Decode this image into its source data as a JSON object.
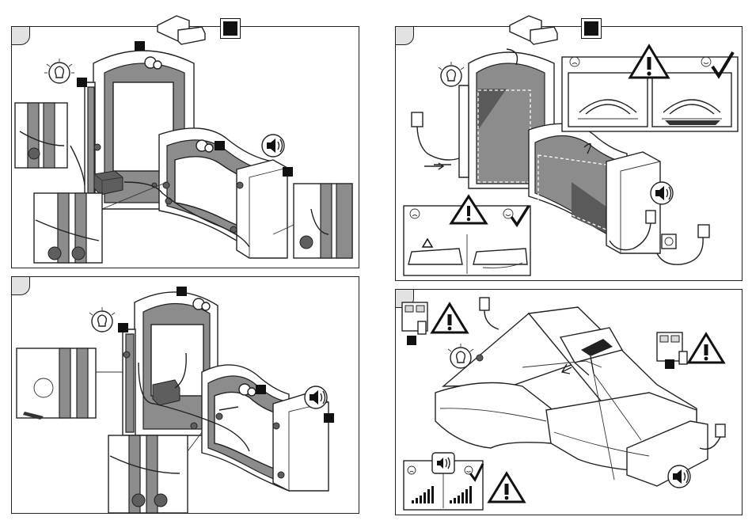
{
  "page": {
    "panels": [
      {
        "id": "panel-1",
        "label": "",
        "step_marker": ""
      },
      {
        "id": "panel-2",
        "label": "",
        "step_marker": ""
      },
      {
        "id": "panel-3",
        "label": "",
        "step_marker": ""
      },
      {
        "id": "panel-4",
        "label": "",
        "step_marker": ""
      }
    ]
  },
  "icons": {
    "light": "light-bulb-icon",
    "speaker": "speaker-icon",
    "warning": "warning-triangle-icon",
    "sad": "sad-face-icon",
    "happy": "happy-face-icon",
    "check": "checkmark-icon",
    "plug": "power-plug-icon",
    "socket": "wall-socket-icon",
    "volume": "volume-bars-icon"
  },
  "colors": {
    "line": "#222222",
    "panel_grey": "#8c8c8c",
    "dark_grey": "#5e5e5e",
    "light_grey": "#d9d9d9",
    "tab_grey": "#e2e2e2"
  }
}
